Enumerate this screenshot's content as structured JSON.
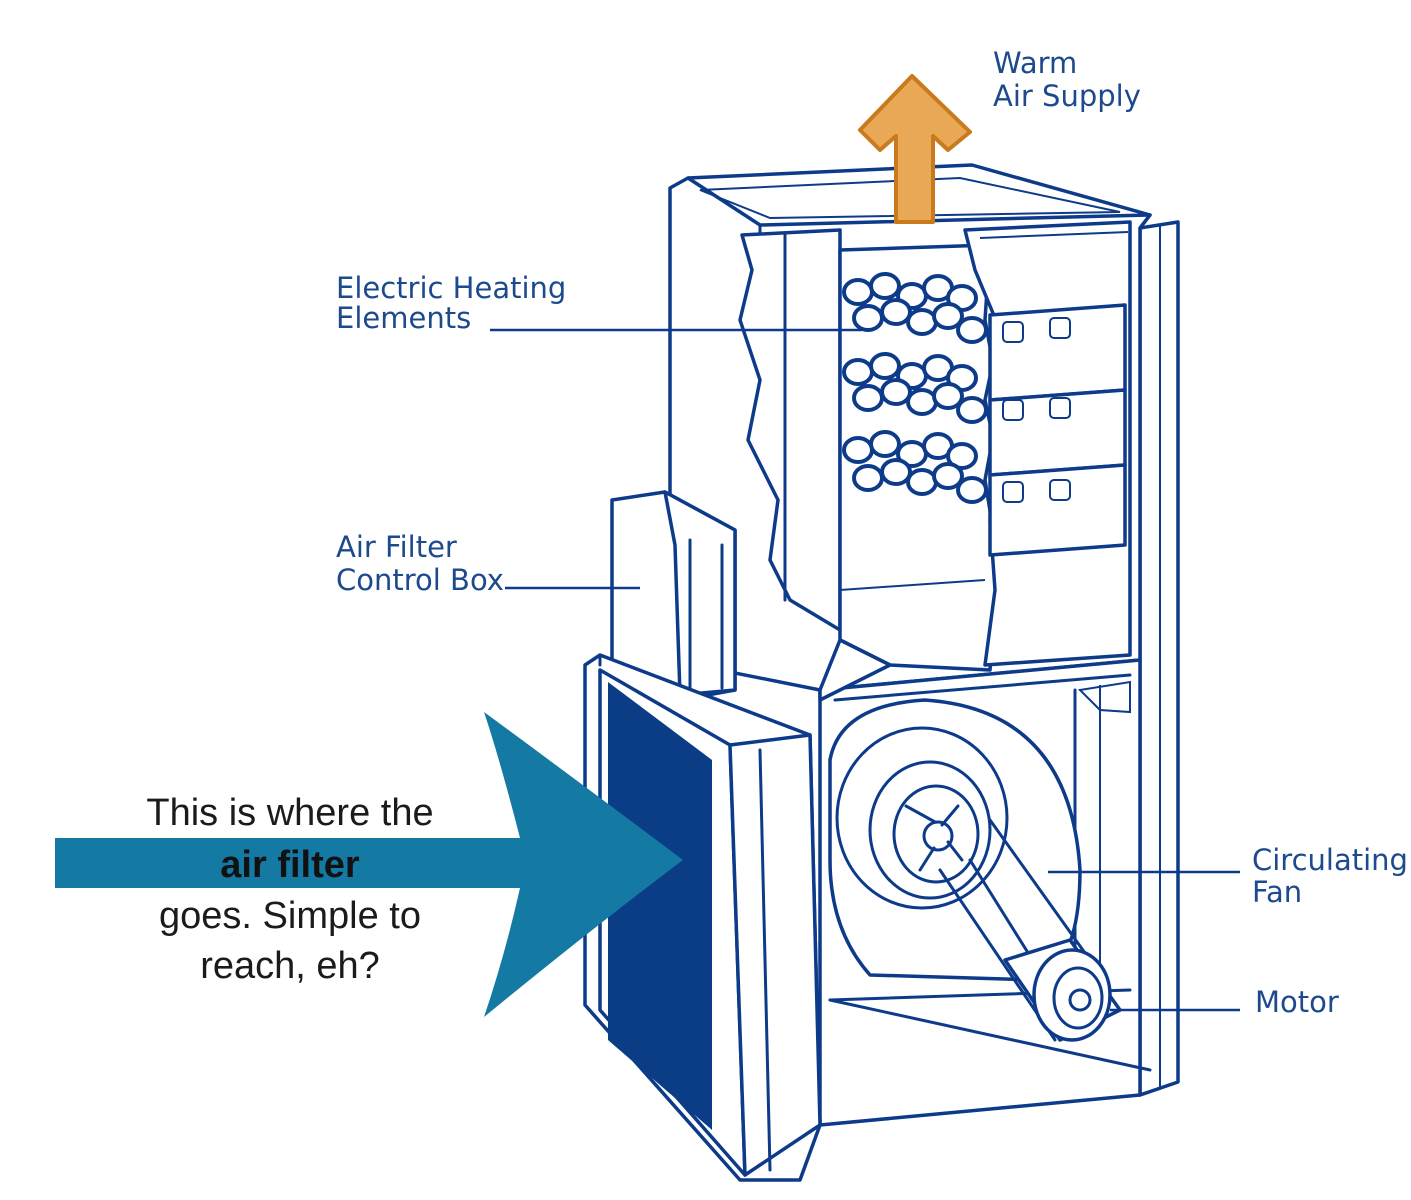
{
  "labels": {
    "warm_air_line1": "Warm",
    "warm_air_line2": "Air Supply",
    "heating_line1": "Electric Heating",
    "heating_line2": "Elements",
    "filter_box_line1": "Air Filter",
    "filter_box_line2": "Control Box",
    "fan_line1": "Circulating",
    "fan_line2": "Fan",
    "motor": "Motor"
  },
  "callout": {
    "line1": "This is where the",
    "line2_bold": "air filter",
    "line3": "goes. Simple to",
    "line4": "reach, eh?"
  },
  "colors": {
    "outline": "#0d3b8a",
    "label_text": "#1d4a8c",
    "big_arrow": "#1479a3",
    "filter_panel": "#0a3d86",
    "warm_arrow_fill": "#e9a855",
    "warm_arrow_stroke": "#c97a1c"
  },
  "icons": {
    "big_arrow": "arrow-right-icon",
    "warm_arrow": "arrow-up-icon"
  }
}
